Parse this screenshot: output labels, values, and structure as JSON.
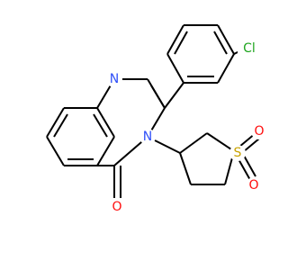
{
  "molecule": {
    "colors": {
      "carbon_bond": "#000000",
      "nitrogen": "#3050F8",
      "oxygen": "#FF0D0D",
      "sulfur": "#C8A200",
      "chlorine": "#1FA51F"
    },
    "atoms": {
      "cl": "Cl",
      "n1": "N",
      "n3": "N",
      "o_carbonyl": "O",
      "s": "S",
      "o_sulfonyl_1": "O",
      "o_sulfonyl_2": "O"
    }
  }
}
